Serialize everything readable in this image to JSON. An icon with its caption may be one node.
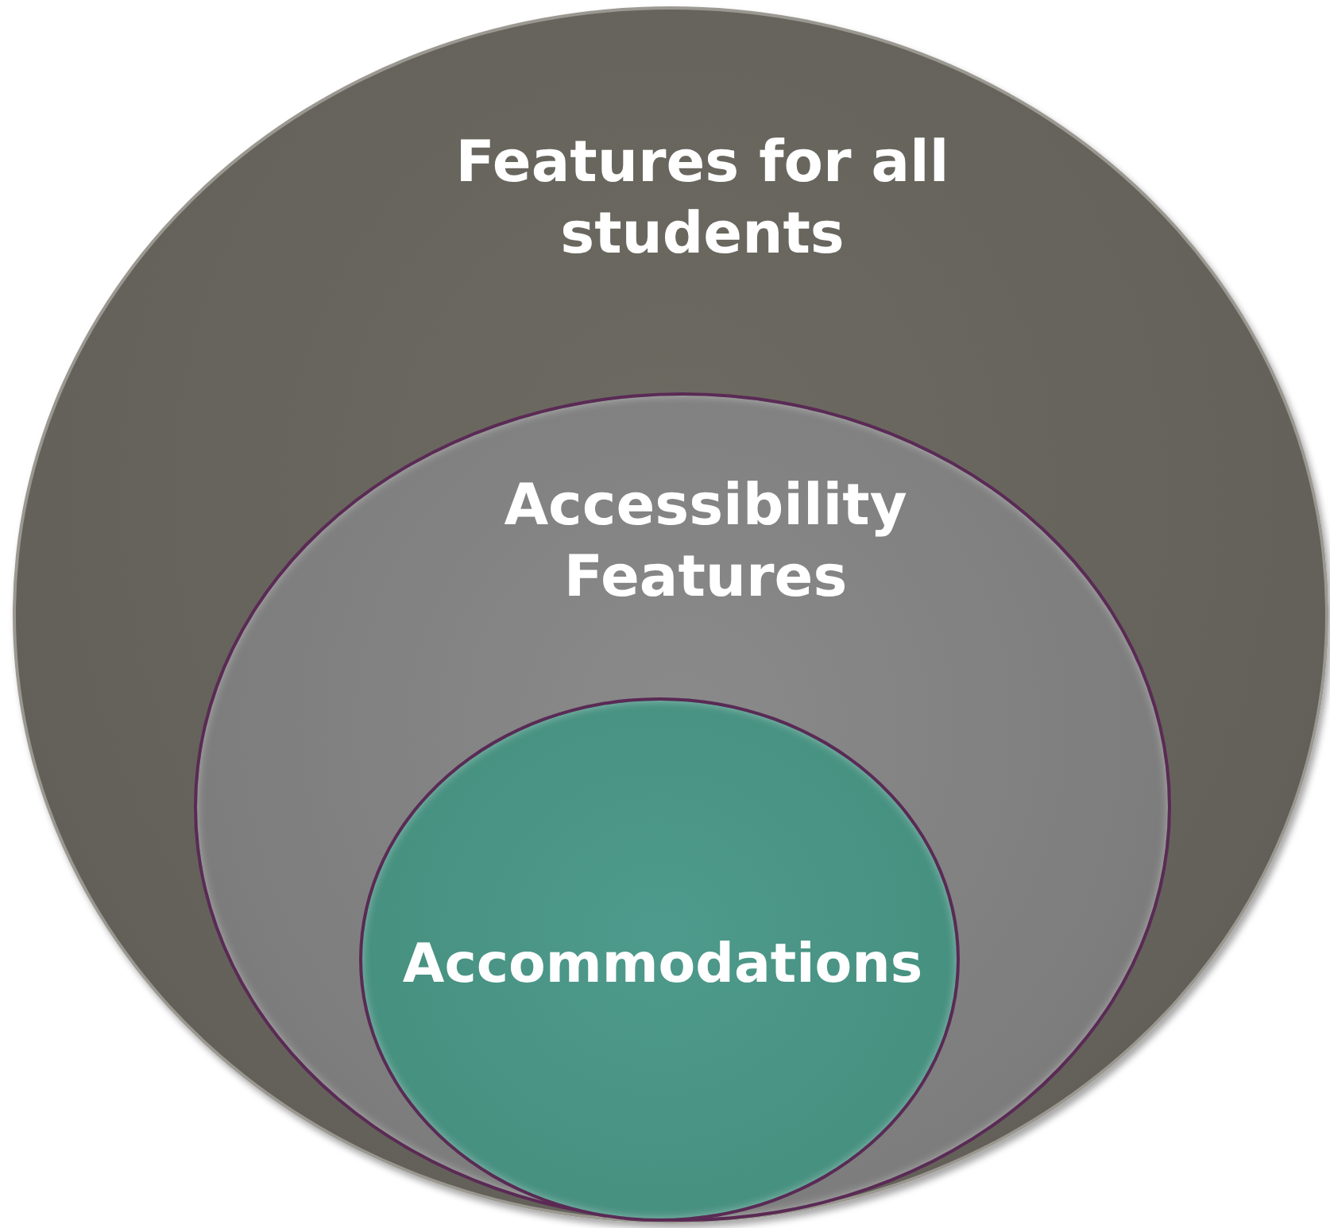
{
  "diagram": {
    "nodes": [
      {
        "text": [
          "Features for all students"
        ]
      },
      {
        "text": [
          "Accessibility Features"
        ],
        "in": 0
      },
      {
        "text": [
          "Accommodations"
        ],
        "in": 1
      }
    ]
  }
}
